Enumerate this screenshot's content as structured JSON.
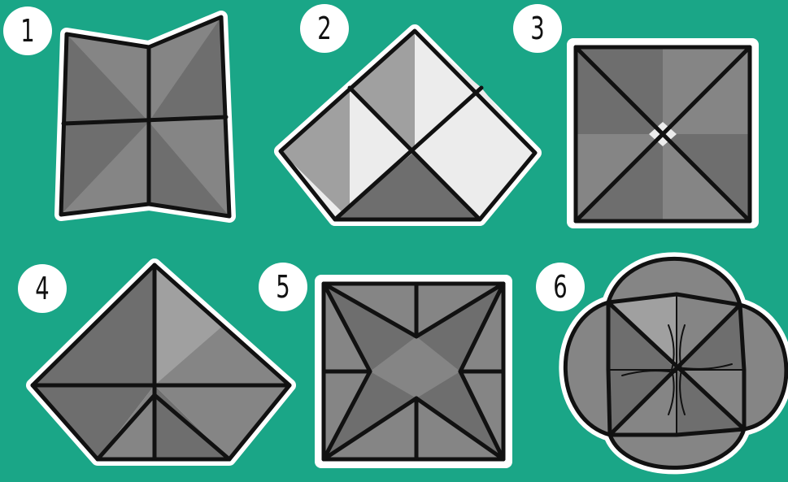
{
  "colors": {
    "background": "#1aa687",
    "outline": "#111111",
    "halo": "#ffffff",
    "paper_dark": "#6e6e6e",
    "paper_mid": "#858585",
    "paper_light": "#a0a0a0",
    "paper_white": "#ececec"
  },
  "steps": [
    {
      "number": "1"
    },
    {
      "number": "2"
    },
    {
      "number": "3"
    },
    {
      "number": "4"
    },
    {
      "number": "5"
    },
    {
      "number": "6"
    }
  ]
}
